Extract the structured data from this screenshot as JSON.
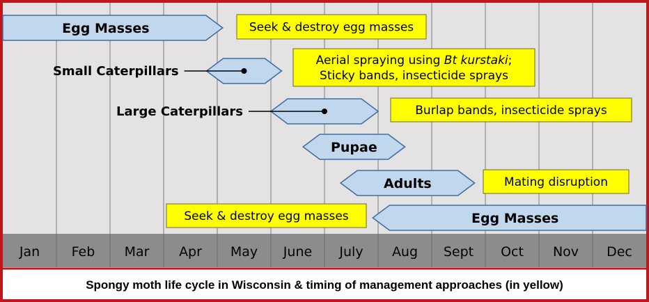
{
  "months": [
    "Jan",
    "Feb",
    "Mar",
    "Apr",
    "May",
    "June",
    "July",
    "Aug",
    "Sept",
    "Oct",
    "Nov",
    "Dec"
  ],
  "stages": [
    {
      "name": "Egg Masses",
      "start_month": 0,
      "end_month": 4.1,
      "shape": "arrow-right"
    },
    {
      "name": "Small Caterpillars",
      "start_month": 3.8,
      "end_month": 5.2,
      "shape": "hexagon",
      "label_outside": true,
      "dot_month": 4.5
    },
    {
      "name": "Large Caterpillars",
      "start_month": 5.0,
      "end_month": 7.0,
      "shape": "hexagon",
      "label_outside": true,
      "dot_month": 6.0
    },
    {
      "name": "Pupae",
      "start_month": 5.6,
      "end_month": 7.5,
      "shape": "hexagon"
    },
    {
      "name": "Adults",
      "start_month": 6.3,
      "end_month": 8.8,
      "shape": "hexagon"
    },
    {
      "name": "Egg Masses",
      "start_month": 6.9,
      "end_month": 12.0,
      "shape": "arrow-left"
    }
  ],
  "management": [
    {
      "lines": [
        "Seek & destroy egg masses"
      ]
    },
    {
      "lines": [
        "Aerial spraying using |Bt kurstaki|;",
        "Sticky bands, insecticide sprays"
      ]
    },
    {
      "lines": [
        "Burlap bands, insecticide sprays"
      ]
    },
    {
      "lines": [
        "Mating disruption"
      ]
    },
    {
      "lines": [
        "Seek & destroy egg masses"
      ]
    }
  ],
  "caption": "Spongy moth life cycle in Wisconsin & timing of management approaches (in yellow)",
  "colors": {
    "border": "#c0171f",
    "plot_background": "#e4e2e3",
    "month_bar": "#8c8c8c",
    "stage_fill": "#c1d7ee",
    "stage_stroke": "#3f6f9f",
    "management_fill": "#ffff00"
  }
}
